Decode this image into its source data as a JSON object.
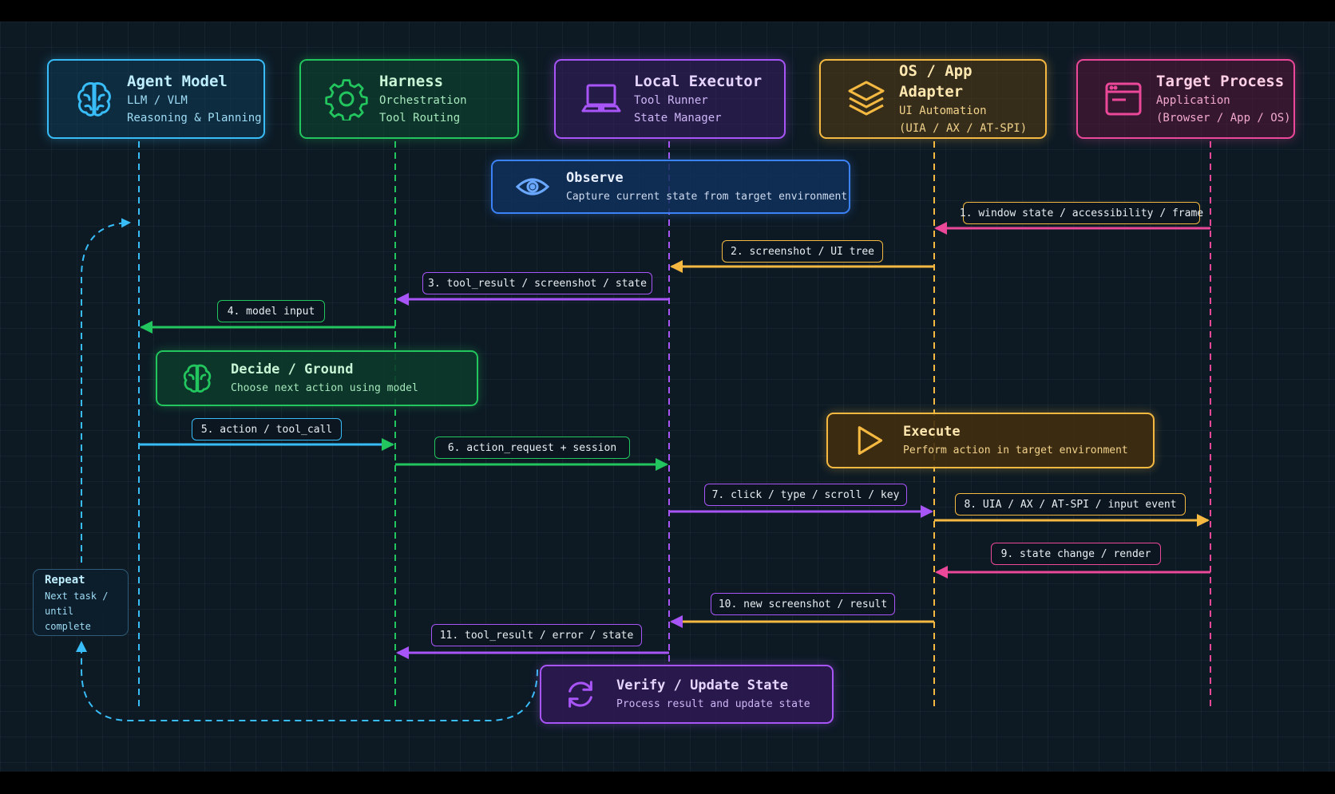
{
  "colors": {
    "agent": "#38bdf8",
    "harness": "#22c55e",
    "executor": "#a855f7",
    "adapter": "#f5b942",
    "target": "#ec4899",
    "observe": "#3b82f6"
  },
  "actors": {
    "agent": {
      "title": "Agent Model",
      "line1": "LLM / VLM",
      "line2": "Reasoning & Planning",
      "icon": "brain-icon"
    },
    "harness": {
      "title": "Harness",
      "line1": "Orchestration",
      "line2": "Tool Routing",
      "icon": "gear-icon"
    },
    "executor": {
      "title": "Local Executor",
      "line1": "Tool Runner",
      "line2": "State Manager",
      "icon": "laptop-icon"
    },
    "adapter": {
      "title": "OS / App Adapter",
      "line1": "UI Automation",
      "line2": "(UIA / AX / AT-SPI)",
      "icon": "layers-icon"
    },
    "target": {
      "title": "Target Process",
      "line1": "Application",
      "line2": "(Browser / App / OS)",
      "icon": "window-icon"
    }
  },
  "phases": {
    "observe": {
      "title": "Observe",
      "subtitle": "Capture current state from target environment",
      "icon": "eye-icon"
    },
    "decide": {
      "title": "Decide / Ground",
      "subtitle": "Choose next action using model",
      "icon": "brain-icon"
    },
    "execute": {
      "title": "Execute",
      "subtitle": "Perform action in target environment",
      "icon": "play-icon"
    },
    "verify": {
      "title": "Verify / Update State",
      "subtitle": "Process result and update state",
      "icon": "refresh-icon"
    }
  },
  "repeat": {
    "title": "Repeat",
    "line1": "Next task /",
    "line2": "until complete"
  },
  "messages": [
    "1. window state / accessibility / frame",
    "2. screenshot / UI tree",
    "3. tool_result / screenshot / state",
    "4. model input",
    "5. action / tool_call",
    "6. action_request + session",
    "7. click / type / scroll / key",
    "8. UIA / AX / AT-SPI / input event",
    "9. state change / render",
    "10. new screenshot / result",
    "11. tool_result / error / state"
  ]
}
